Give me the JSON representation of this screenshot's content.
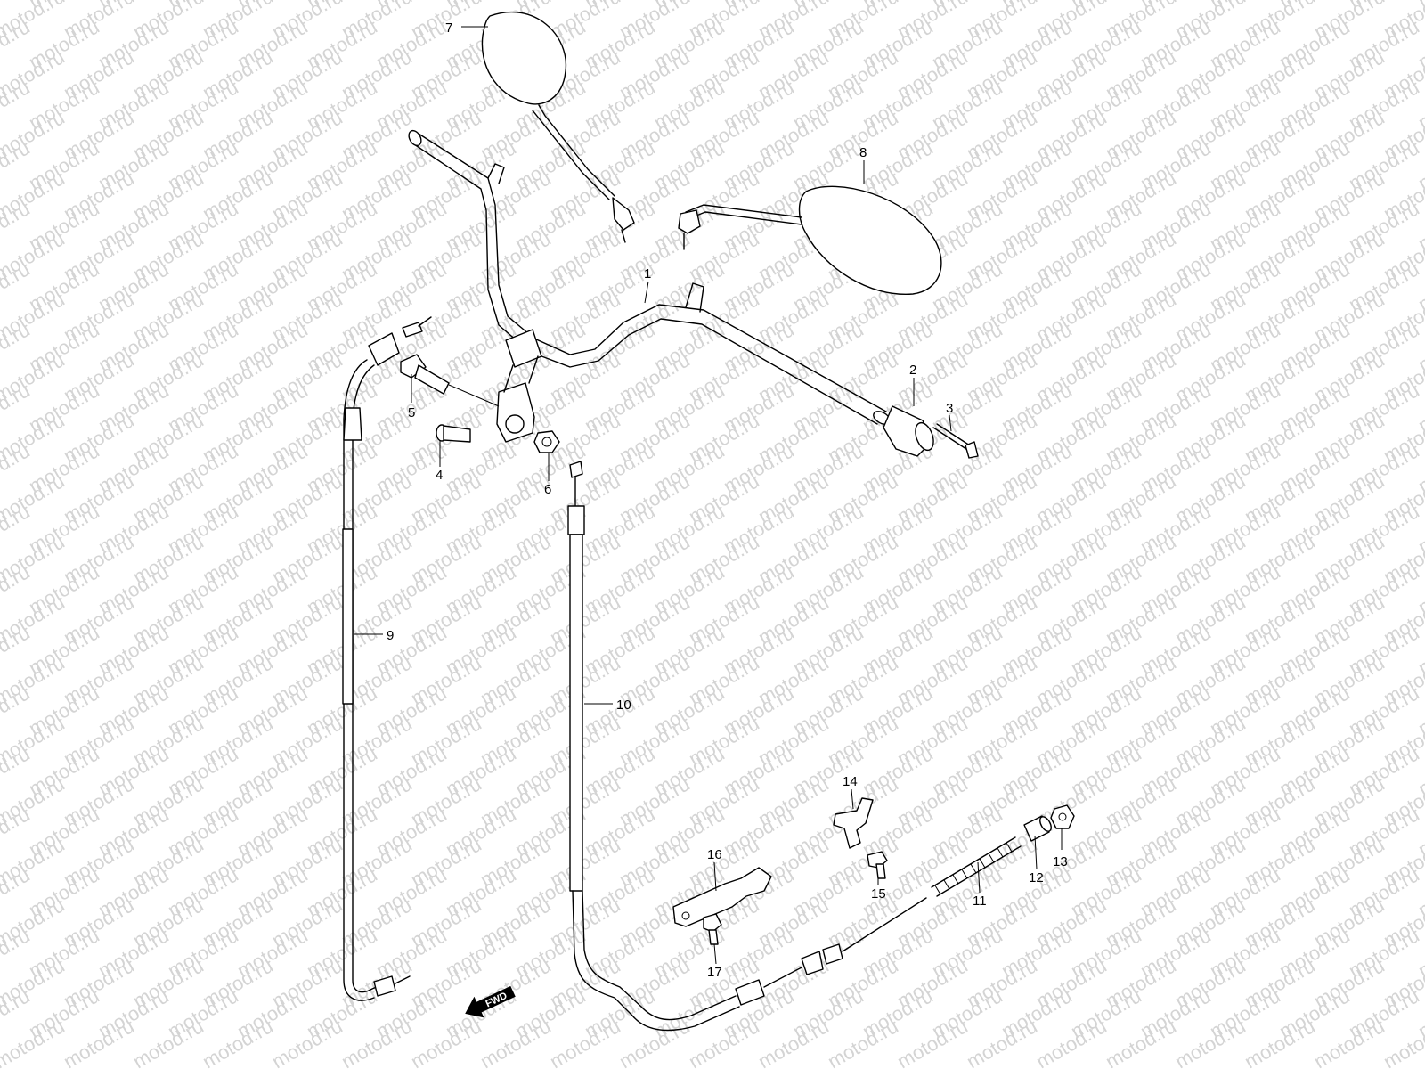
{
  "watermark": {
    "text": "motod.ru"
  },
  "direction_badge": {
    "label": "FWD"
  },
  "callouts": [
    {
      "id": "1",
      "label": "1"
    },
    {
      "id": "2",
      "label": "2"
    },
    {
      "id": "3",
      "label": "3"
    },
    {
      "id": "4",
      "label": "4"
    },
    {
      "id": "5",
      "label": "5"
    },
    {
      "id": "6",
      "label": "6"
    },
    {
      "id": "7",
      "label": "7"
    },
    {
      "id": "8",
      "label": "8"
    },
    {
      "id": "9",
      "label": "9"
    },
    {
      "id": "10",
      "label": "10"
    },
    {
      "id": "11",
      "label": "11"
    },
    {
      "id": "12",
      "label": "12"
    },
    {
      "id": "13",
      "label": "13"
    },
    {
      "id": "14",
      "label": "14"
    },
    {
      "id": "15",
      "label": "15"
    },
    {
      "id": "16",
      "label": "16"
    },
    {
      "id": "17",
      "label": "17"
    }
  ]
}
